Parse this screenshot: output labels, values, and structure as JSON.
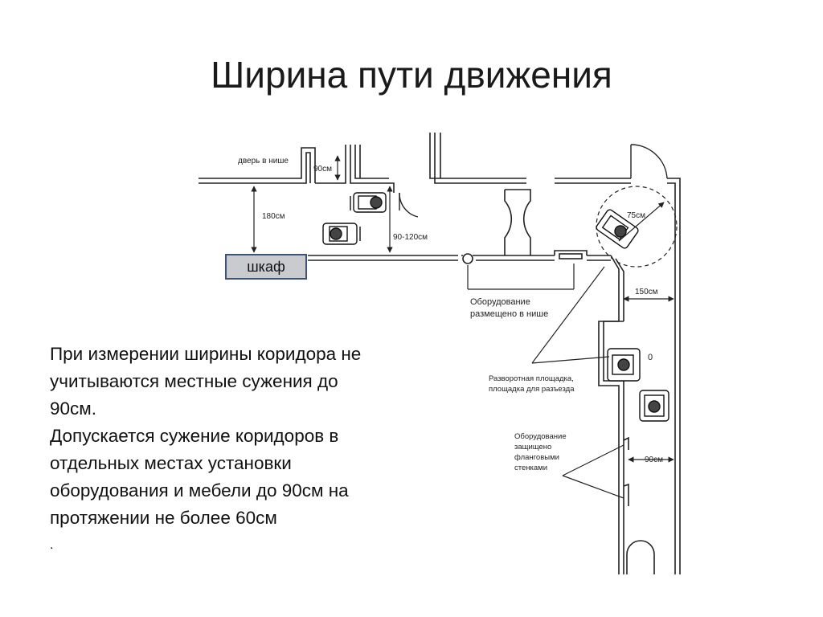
{
  "slide": {
    "title": "Ширина пути движения"
  },
  "plan": {
    "labels": {
      "door_niche": "дверь в нише",
      "dim_90_top": "90см",
      "dim_180": "180см",
      "dim_90_120": "90-120см",
      "dim_75": "75см",
      "dim_150": "150см",
      "dim_90_right": "90см",
      "dim_partial": "0",
      "equipment_niche": [
        "Оборудование",
        "размещено в нише"
      ],
      "turning_area": [
        "Разворотная площадка,",
        "площадка для разъезда"
      ],
      "equipment_protected": [
        "Оборудование",
        "защищено",
        "фланговыми",
        "стенками"
      ]
    },
    "wardrobe_label": "шкаф"
  },
  "body": {
    "lines": [
      "При измерении ширины коридора не",
      "учитываются местные сужения до",
      "90см.",
      "Допускается сужение коридоров в",
      "отдельных местах  установки",
      "оборудования и мебели до 90см на",
      "протяжении не более 60см",
      "."
    ]
  }
}
